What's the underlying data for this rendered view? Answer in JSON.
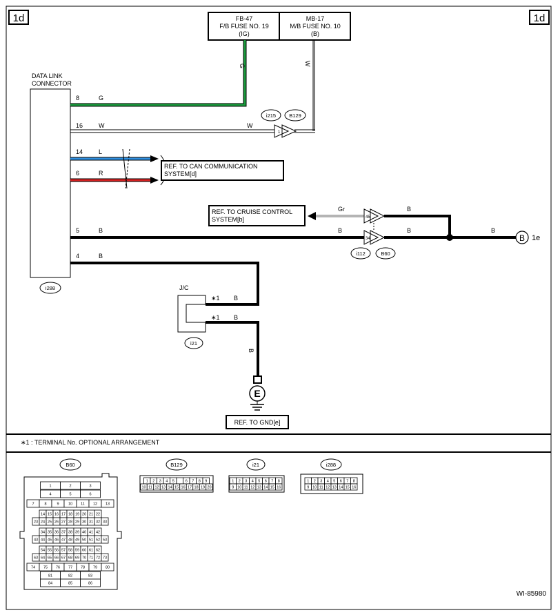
{
  "page": {
    "page_tag_left": "1d",
    "page_tag_right": "1d",
    "figure_id": "WI-85980"
  },
  "fuses": [
    {
      "line1": "FB-47",
      "line2": "F/B FUSE NO. 19",
      "line3": "(IG)"
    },
    {
      "line1": "MB-17",
      "line2": "M/B FUSE NO. 10",
      "line3": "(B)"
    }
  ],
  "fuse_wires": {
    "fb47_color": "G",
    "mb17_color": "W"
  },
  "data_link_connector": {
    "title_line1": "DATA LINK",
    "title_line2": "CONNECTOR",
    "id": "i288",
    "pins": [
      {
        "pin": "8",
        "color": "G"
      },
      {
        "pin": "16",
        "color": "W"
      },
      {
        "pin": "14",
        "color": "L"
      },
      {
        "pin": "6",
        "color": "R"
      },
      {
        "pin": "5",
        "color": "B"
      },
      {
        "pin": "4",
        "color": "B"
      }
    ]
  },
  "w_line": {
    "wire_color": "W",
    "connector_a": "i215",
    "connector_b": "B129",
    "pin": "1"
  },
  "can_ref": {
    "line1": "REF. TO CAN COMMUNICATION",
    "line2": "SYSTEM[d]"
  },
  "cruise": {
    "ref_line1": "REF. TO CRUISE CONTROL",
    "ref_line2": "SYSTEM[b]",
    "gr_color": "Gr",
    "pin_upper": "45",
    "pin_lower": "34",
    "wire_upper_right": "B",
    "wire_lower_left": "B",
    "wire_lower_right": "B",
    "wire_far_right": "B",
    "connector_a": "i112",
    "connector_b": "B60",
    "terminal_letter": "B",
    "terminal_target": "1e"
  },
  "jc": {
    "label": "J/C",
    "id": "i21",
    "pin_upper": "∗1",
    "pin_lower": "∗1",
    "wire_upper": "B",
    "wire_lower": "B",
    "wire_down": "B"
  },
  "ground": {
    "letter": "E",
    "ref": "REF. TO GND[e]"
  },
  "footnote": "∗1 : TERMINAL No. OPTIONAL ARRANGEMENT",
  "colors": {
    "green": "#1a9a3c",
    "blue": "#2f8fe0",
    "red": "#d42020",
    "gray": "#b4b4b4",
    "black": "#000000"
  },
  "connector_views": {
    "b60": {
      "name": "B60",
      "rows": [
        [
          "1",
          "2",
          "3"
        ],
        [
          "4",
          "5",
          "6"
        ],
        [
          "7",
          "8",
          "9",
          "10",
          "11",
          "12",
          "13"
        ],
        [
          "14",
          "15",
          "16",
          "17",
          "18",
          "19",
          "20",
          "21",
          "22"
        ],
        [
          "23",
          "24",
          "25",
          "26",
          "27",
          "28",
          "29",
          "30",
          "31",
          "32",
          "33"
        ],
        [
          "34",
          "35",
          "36",
          "37",
          "38",
          "39",
          "40",
          "41",
          "42"
        ],
        [
          "43",
          "44",
          "45",
          "46",
          "47",
          "48",
          "49",
          "50",
          "51",
          "52",
          "53"
        ],
        [
          "54",
          "55",
          "56",
          "57",
          "58",
          "59",
          "60",
          "61",
          "62"
        ],
        [
          "63",
          "64",
          "65",
          "66",
          "67",
          "68",
          "69",
          "70",
          "71",
          "72",
          "73"
        ],
        [
          "74",
          "75",
          "76",
          "77",
          "78",
          "79",
          "80"
        ],
        [
          "81",
          "82",
          "83"
        ],
        [
          "84",
          "85",
          "86"
        ]
      ]
    },
    "b129": {
      "name": "B129",
      "rows": [
        [
          "1",
          "2",
          "3",
          "4",
          "5",
          "",
          "6",
          "7",
          "8",
          "9"
        ],
        [
          "10",
          "11",
          "12",
          "13",
          "14",
          "15",
          "16",
          "17",
          "18",
          "19",
          "20"
        ]
      ]
    },
    "i21": {
      "name": "i21",
      "rows": [
        [
          "1",
          "2",
          "3",
          "4",
          "5",
          "6",
          "7",
          "8"
        ],
        [
          "9",
          "10",
          "11",
          "12",
          "13",
          "14",
          "15",
          "16"
        ]
      ]
    },
    "i288": {
      "name": "i288",
      "rows": [
        [
          "1",
          "2",
          "3",
          "4",
          "5",
          "6",
          "7",
          "8"
        ],
        [
          "9",
          "10",
          "11",
          "12",
          "13",
          "14",
          "15",
          "16"
        ]
      ]
    }
  }
}
